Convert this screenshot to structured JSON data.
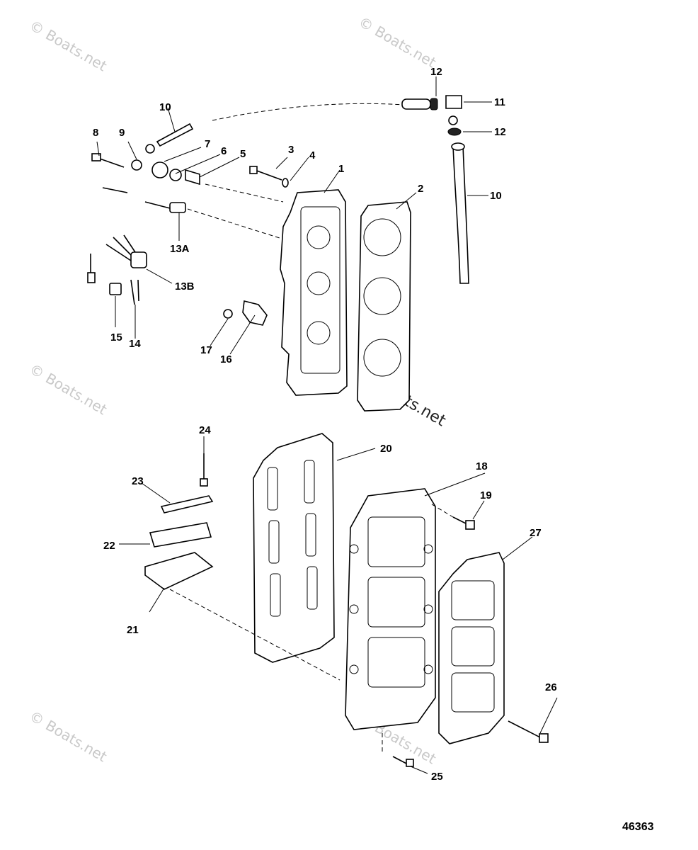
{
  "watermark": "© Boats.net",
  "figure_number": "46363",
  "callouts": {
    "c1": "1",
    "c2": "2",
    "c3": "3",
    "c4": "4",
    "c5": "5",
    "c6": "6",
    "c7": "7",
    "c8": "8",
    "c9": "9",
    "c10a": "10",
    "c10b": "10",
    "c11": "11",
    "c12a": "12",
    "c12b": "12",
    "c13a": "13A",
    "c13b": "13B",
    "c14": "14",
    "c15": "15",
    "c16": "16",
    "c17": "17",
    "c18": "18",
    "c19": "19",
    "c20": "20",
    "c21": "21",
    "c22": "22",
    "c23": "23",
    "c24": "24",
    "c25": "25",
    "c26": "26",
    "c27": "27"
  }
}
